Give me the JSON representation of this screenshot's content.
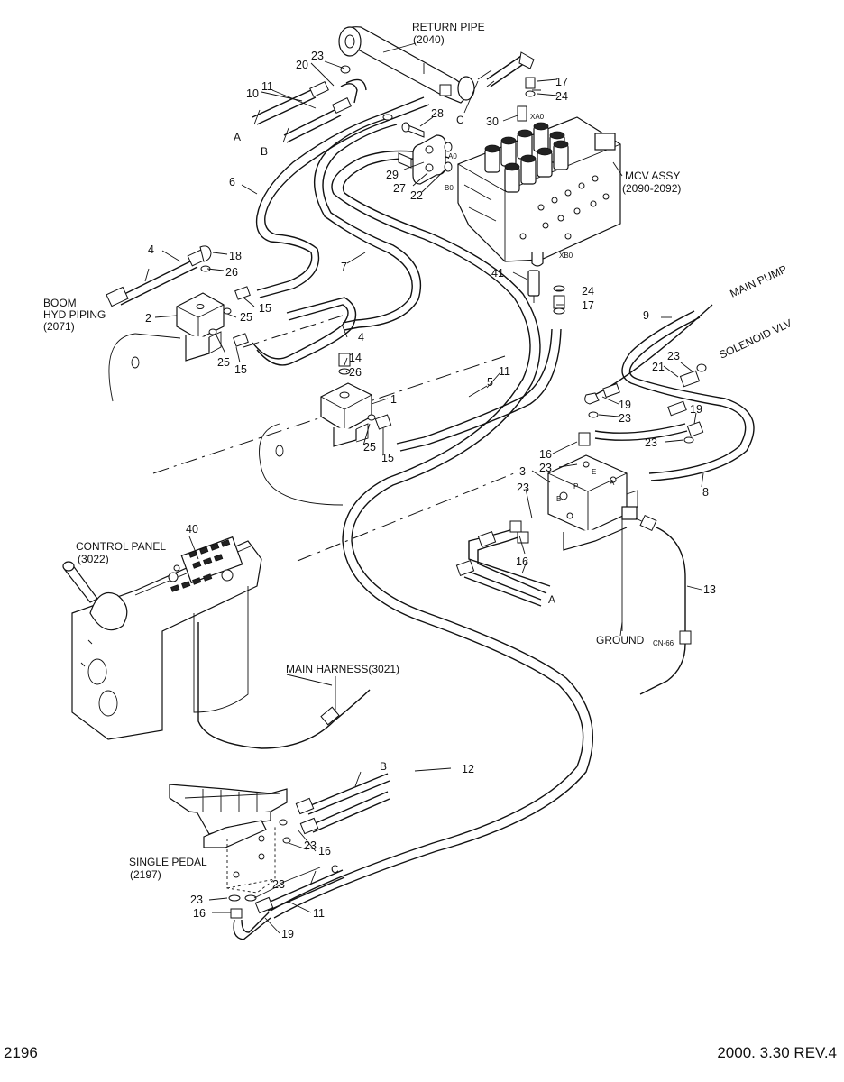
{
  "page": {
    "page_number": "2196",
    "revision": "2000. 3.30  REV.4"
  },
  "labels": {
    "return_pipe": "RETURN PIPE",
    "return_pipe_code": "(2040)",
    "mcv_assy": "MCV ASSY",
    "mcv_assy_code": "(2090-2092)",
    "boom": "BOOM",
    "hyd_piping": "HYD PIPING",
    "boom_code": "(2071)",
    "main_pump": "MAIN PUMP",
    "solenoid_vlv": "SOLENOID VLV",
    "control_panel": "CONTROL PANEL",
    "control_panel_code": "(3022)",
    "main_harness": "MAIN HARNESS(3021)",
    "ground": "GROUND",
    "cn66": "CN-66",
    "single_pedal": "SINGLE PEDAL",
    "single_pedal_code": "(2197)"
  },
  "ports": {
    "a0": "A0",
    "b0": "B0",
    "xa0": "XA0",
    "xb0": "XB0",
    "p": "P",
    "e": "E",
    "b": "B",
    "a": "A"
  },
  "line_refs": {
    "a": "A",
    "b": "B",
    "c": "C"
  },
  "callouts": {
    "n1": "1",
    "n2": "2",
    "n3": "3",
    "n4": "4",
    "n5": "5",
    "n6": "6",
    "n7": "7",
    "n8": "8",
    "n9": "9",
    "n10": "10",
    "n11": "11",
    "n12": "12",
    "n13": "13",
    "n14": "14",
    "n15": "15",
    "n16": "16",
    "n17": "17",
    "n18": "18",
    "n19": "19",
    "n20": "20",
    "n21": "21",
    "n22": "22",
    "n23": "23",
    "n24": "24",
    "n25": "25",
    "n26": "26",
    "n27": "27",
    "n28": "28",
    "n29": "29",
    "n30": "30",
    "n40": "40",
    "n41": "41"
  }
}
